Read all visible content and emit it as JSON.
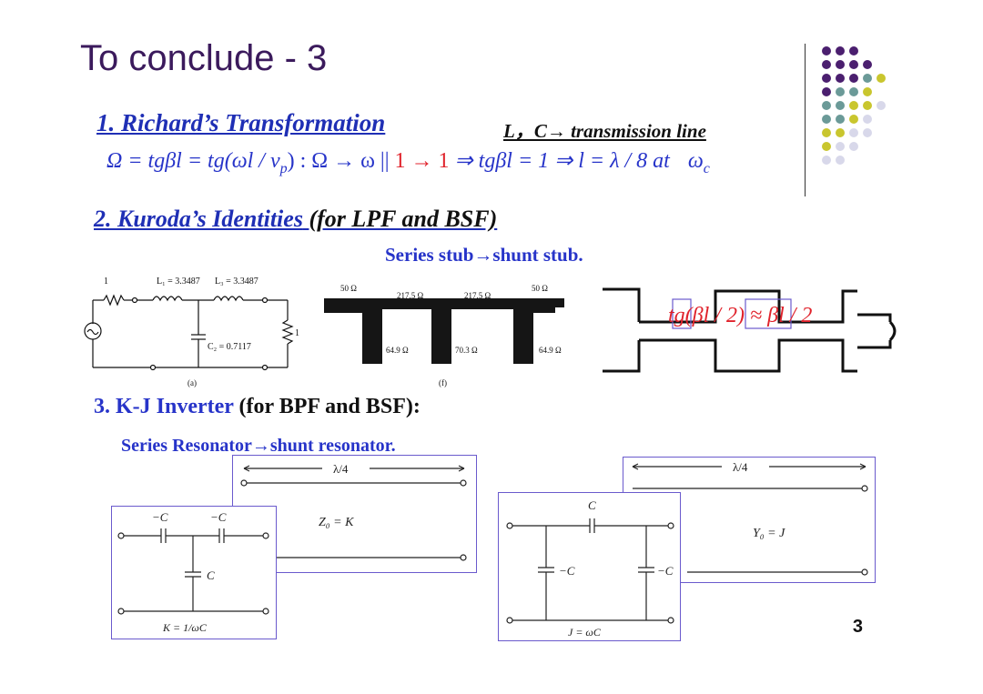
{
  "slide": {
    "title": "To conclude - 3",
    "page_number": "3",
    "dot_colors": {
      "purple": "#4b1f6f",
      "teal": "#6b9a98",
      "olive": "#c9c62e",
      "lavender": "#d8d8ea"
    }
  },
  "richard": {
    "heading": "1. Richard’s Transformation",
    "subheading": "L，C→ transmission line",
    "eq_part1": "Ω = tgβl = tg(ωl / v",
    "eq_sub_p": "p",
    "eq_part2": ") : Ω → ω ||",
    "eq_red": "1 → 1",
    "eq_part3": "⇒ tgβl = 1 ⇒ l = λ / 8 at",
    "eq_omega": "ω",
    "eq_sub_c": "c"
  },
  "kuroda": {
    "heading": "2.  Kuroda’s Identities",
    "heading_note": "(for LPF and BSF)",
    "subtitle": "Series stub→shunt stub.",
    "approx": "tg(βl / 2) ≈ βl / 2",
    "circuit_a": {
      "label_index": "1",
      "L1": "L₁ = 3.3487",
      "L3": "L₃ = 3.3487",
      "C2": "C₂ = 0.7117",
      "load": "1",
      "caption": "(a)"
    },
    "microstrip_f": {
      "z_left": "50 Ω",
      "z_mid1": "217.5 Ω",
      "z_mid2": "217.5 Ω",
      "z_right": "50 Ω",
      "stub1": "64.9 Ω",
      "stub2": "70.3 Ω",
      "stub3": "64.9 Ω",
      "caption": "(f)"
    }
  },
  "kj": {
    "heading_num": "3. K-J Inverter",
    "heading_note": "(for BPF and BSF):",
    "subtitle": "Series Resonator→shunt  resonator.",
    "k_line": {
      "length": "λ/4",
      "impedance": "Z₀ = K"
    },
    "k_circuit": {
      "c_left": "−C",
      "c_right": "−C",
      "c_shunt": "C",
      "formula": "K = 1/ωC"
    },
    "j_line": {
      "length": "λ/4",
      "admittance": "Y₀ = J"
    },
    "j_circuit": {
      "c_series": "C",
      "c_left": "−C",
      "c_right": "−C",
      "formula": "J = ωC"
    }
  }
}
